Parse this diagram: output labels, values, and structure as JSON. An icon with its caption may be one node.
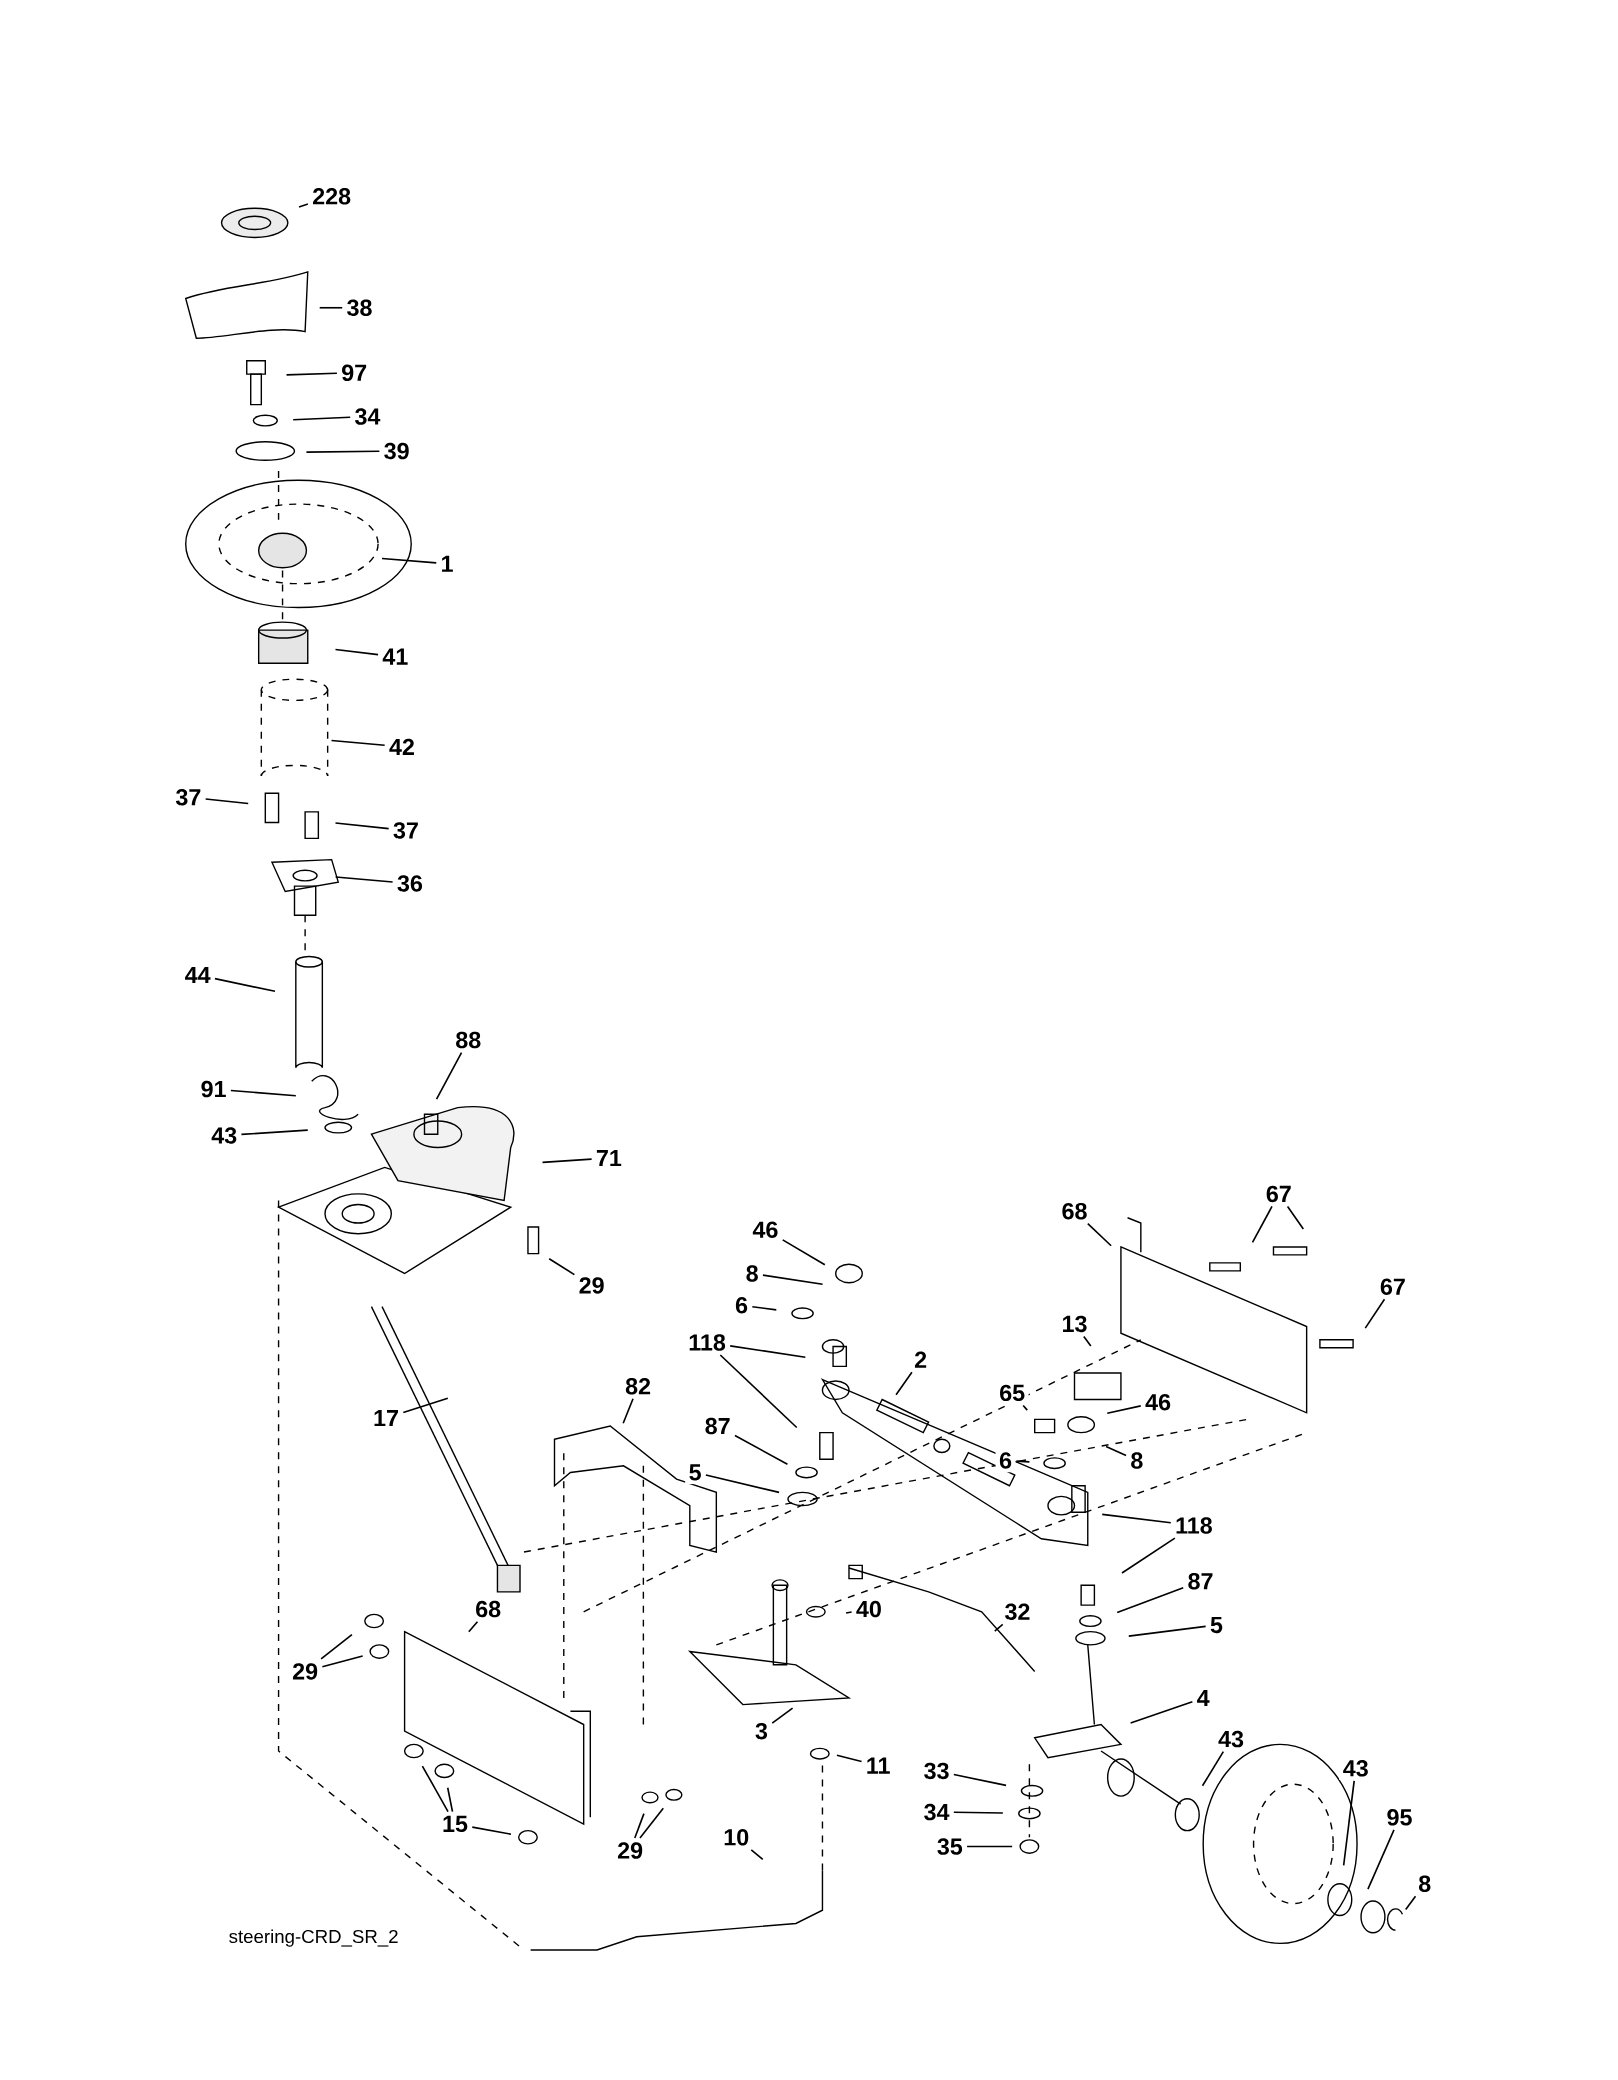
{
  "diagram": {
    "nodes": [
      {
        "text": [
          "228"
        ]
      },
      {
        "text": [
          "38"
        ]
      },
      {
        "text": [
          "97"
        ]
      },
      {
        "text": [
          "34"
        ]
      },
      {
        "text": [
          "39"
        ]
      },
      {
        "text": [
          "1"
        ]
      },
      {
        "text": [
          "41"
        ]
      },
      {
        "text": [
          "42"
        ]
      },
      {
        "text": [
          "37"
        ]
      },
      {
        "text": [
          "37"
        ]
      },
      {
        "text": [
          "36"
        ]
      },
      {
        "text": [
          "44"
        ]
      },
      {
        "text": [
          "88"
        ]
      },
      {
        "text": [
          "91"
        ]
      },
      {
        "text": [
          "71"
        ]
      },
      {
        "text": [
          "43"
        ]
      },
      {
        "text": [
          "29"
        ]
      },
      {
        "text": [
          "46"
        ]
      },
      {
        "text": [
          "8"
        ]
      },
      {
        "text": [
          "6"
        ]
      },
      {
        "text": [
          "118"
        ]
      },
      {
        "text": [
          "68"
        ]
      },
      {
        "text": [
          "67"
        ]
      },
      {
        "text": [
          "67"
        ]
      },
      {
        "text": [
          "2"
        ]
      },
      {
        "text": [
          "13"
        ]
      },
      {
        "text": [
          "65"
        ]
      },
      {
        "text": [
          "46"
        ]
      },
      {
        "text": [
          "82"
        ]
      },
      {
        "text": [
          "87"
        ]
      },
      {
        "text": [
          "17"
        ]
      },
      {
        "text": [
          "5"
        ]
      },
      {
        "text": [
          "6"
        ]
      },
      {
        "text": [
          "8"
        ]
      },
      {
        "text": [
          "118"
        ]
      },
      {
        "text": [
          "87"
        ]
      },
      {
        "text": [
          "5"
        ]
      },
      {
        "text": [
          "32"
        ]
      },
      {
        "text": [
          "40"
        ]
      },
      {
        "text": [
          "29"
        ]
      },
      {
        "text": [
          "68"
        ]
      },
      {
        "text": [
          "4"
        ]
      },
      {
        "text": [
          "3"
        ]
      },
      {
        "text": [
          "11"
        ]
      },
      {
        "text": [
          "43"
        ]
      },
      {
        "text": [
          "33"
        ]
      },
      {
        "text": [
          "43"
        ]
      },
      {
        "text": [
          "95"
        ]
      },
      {
        "text": [
          "15"
        ]
      },
      {
        "text": [
          "34"
        ]
      },
      {
        "text": [
          "29"
        ]
      },
      {
        "text": [
          "10"
        ]
      },
      {
        "text": [
          "35"
        ]
      },
      {
        "text": [
          "8"
        ]
      }
    ],
    "edges": [
      {
        "from": 0,
        "to": null,
        "arrow": "none"
      },
      {
        "from": 1,
        "to": null,
        "arrow": "none"
      },
      {
        "from": 2,
        "to": null,
        "arrow": "none"
      },
      {
        "from": 3,
        "to": null,
        "arrow": "none"
      },
      {
        "from": 4,
        "to": null,
        "arrow": "none"
      },
      {
        "from": 5,
        "to": null,
        "arrow": "none"
      },
      {
        "from": 6,
        "to": null,
        "arrow": "none"
      },
      {
        "from": 7,
        "to": null,
        "arrow": "none"
      },
      {
        "from": 8,
        "to": null,
        "arrow": "none"
      },
      {
        "from": 9,
        "to": null,
        "arrow": "none"
      },
      {
        "from": 10,
        "to": null,
        "arrow": "none"
      },
      {
        "from": 11,
        "to": null,
        "arrow": "none"
      },
      {
        "from": 12,
        "to": null,
        "arrow": "none"
      },
      {
        "from": 13,
        "to": null,
        "arrow": "none"
      },
      {
        "from": 14,
        "to": null,
        "arrow": "none"
      },
      {
        "from": 15,
        "to": null,
        "arrow": "none"
      },
      {
        "from": 16,
        "to": null,
        "arrow": "none"
      },
      {
        "from": 17,
        "to": null,
        "arrow": "none"
      },
      {
        "from": 18,
        "to": null,
        "arrow": "none"
      },
      {
        "from": 19,
        "to": null,
        "arrow": "none"
      },
      {
        "from": 20,
        "to": null,
        "arrow": "none"
      },
      {
        "from": 20,
        "to": null,
        "arrow": "none"
      },
      {
        "from": 21,
        "to": null,
        "arrow": "none"
      },
      {
        "from": 22,
        "to": null,
        "arrow": "none"
      },
      {
        "from": 22,
        "to": null,
        "arrow": "none"
      },
      {
        "from": 23,
        "to": null,
        "arrow": "none"
      },
      {
        "from": 24,
        "to": null,
        "arrow": "none"
      },
      {
        "from": 25,
        "to": null,
        "arrow": "none"
      },
      {
        "from": 26,
        "to": null,
        "arrow": "none"
      },
      {
        "from": 27,
        "to": null,
        "arrow": "none"
      },
      {
        "from": 28,
        "to": null,
        "arrow": "none"
      },
      {
        "from": 29,
        "to": null,
        "arrow": "none"
      },
      {
        "from": 30,
        "to": null,
        "arrow": "none"
      },
      {
        "from": 31,
        "to": null,
        "arrow": "none"
      },
      {
        "from": 32,
        "to": null,
        "arrow": "none"
      },
      {
        "from": 33,
        "to": null,
        "arrow": "none"
      },
      {
        "from": 34,
        "to": null,
        "arrow": "none"
      },
      {
        "from": 34,
        "to": null,
        "arrow": "none"
      },
      {
        "from": 35,
        "to": null,
        "arrow": "none"
      },
      {
        "from": 36,
        "to": null,
        "arrow": "none"
      },
      {
        "from": 37,
        "to": null,
        "arrow": "none"
      },
      {
        "from": 38,
        "to": null,
        "arrow": "none"
      },
      {
        "from": 39,
        "to": null,
        "arrow": "none"
      },
      {
        "from": 39,
        "to": null,
        "arrow": "none"
      },
      {
        "from": 40,
        "to": null,
        "arrow": "none"
      },
      {
        "from": 41,
        "to": null,
        "arrow": "none"
      },
      {
        "from": 42,
        "to": null,
        "arrow": "none"
      },
      {
        "from": 43,
        "to": null,
        "arrow": "none"
      },
      {
        "from": 44,
        "to": null,
        "arrow": "none"
      },
      {
        "from": 45,
        "to": null,
        "arrow": "none"
      },
      {
        "from": 46,
        "to": null,
        "arrow": "none"
      },
      {
        "from": 47,
        "to": null,
        "arrow": "none"
      },
      {
        "from": 48,
        "to": null,
        "arrow": "none"
      },
      {
        "from": 48,
        "to": null,
        "arrow": "none"
      },
      {
        "from": 48,
        "to": null,
        "arrow": "none"
      },
      {
        "from": 49,
        "to": null,
        "arrow": "none"
      },
      {
        "from": 50,
        "to": null,
        "arrow": "none"
      },
      {
        "from": 50,
        "to": null,
        "arrow": "none"
      },
      {
        "from": 51,
        "to": null,
        "arrow": "none"
      },
      {
        "from": 52,
        "to": null,
        "arrow": "none"
      },
      {
        "from": 53,
        "to": null,
        "arrow": "none"
      }
    ],
    "labels": [
      "steering-CRD_SR_2"
    ]
  }
}
